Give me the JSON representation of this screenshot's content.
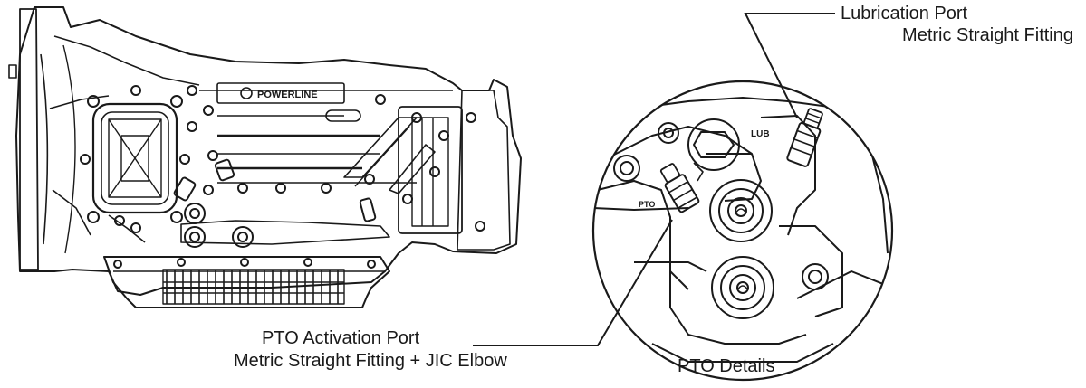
{
  "callouts": {
    "lube": {
      "line1": "Lubrication Port",
      "line2": "Metric Straight Fitting"
    },
    "pto": {
      "line1": "PTO Activation Port",
      "line2": "Metric Straight Fitting + JIC Elbow"
    }
  },
  "detail_caption": "PTO Details",
  "emboss": {
    "brand": "POWERLINE",
    "lub_tag": "LUB",
    "pto_tag": "PTO"
  },
  "colors": {
    "ink": "#1a1a1a",
    "background": "#ffffff"
  }
}
